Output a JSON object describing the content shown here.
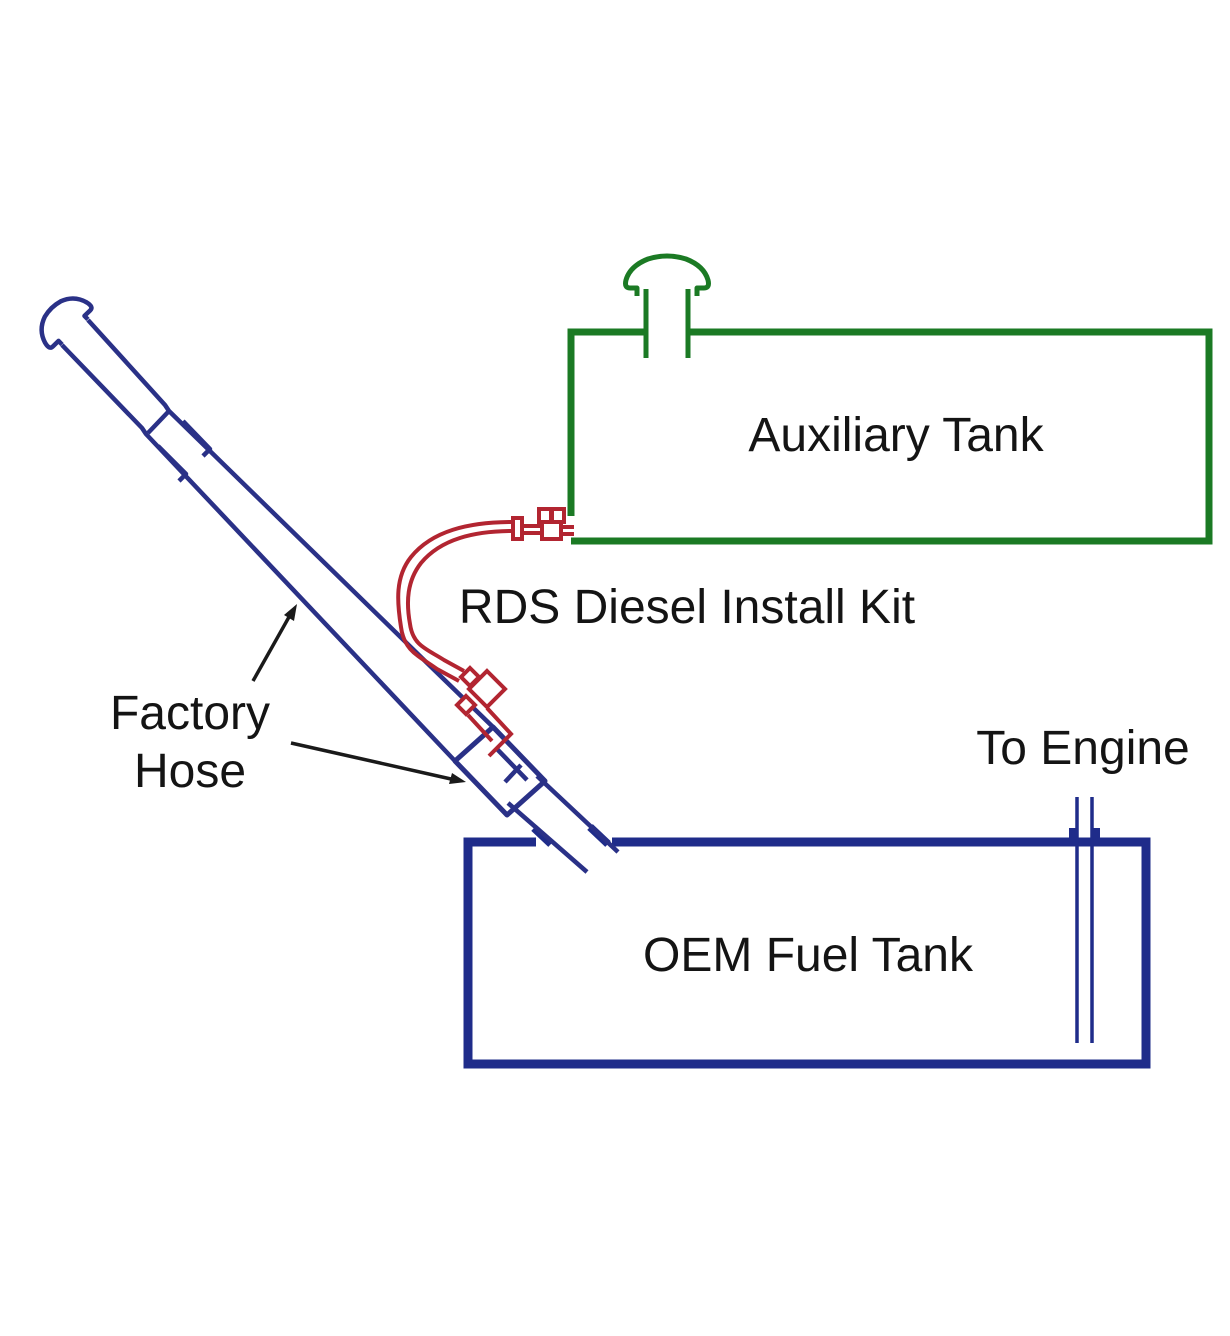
{
  "title": "RDS Diesel Install Kit diagram",
  "labels": {
    "auxiliary_tank": "Auxiliary Tank",
    "oem_fuel_tank": "OEM Fuel Tank",
    "install_kit": "RDS Diesel Install Kit",
    "factory_hose": "Factory\nHose",
    "to_engine": "To Engine"
  },
  "colors": {
    "auxiliary_tank_green": "#1b7a24",
    "oem_tank_navy": "#1f2c8a",
    "filler_neck_blue": "#2a3187",
    "kit_hose_red": "#b22531",
    "arrow_black": "#1a1a1a",
    "text_black": "#141414",
    "background": "#ffffff"
  }
}
